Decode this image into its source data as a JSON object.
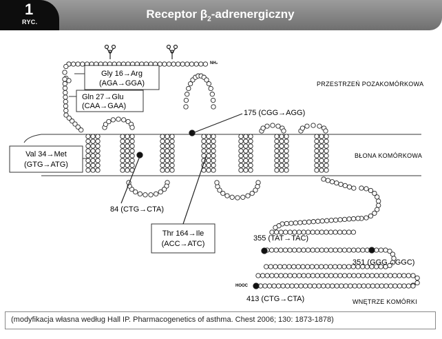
{
  "header": {
    "figure_number": "1",
    "figure_label": "RYC.",
    "title_main": "Receptor β",
    "title_sub": "2",
    "title_rest": "-adrenergiczny"
  },
  "regions": {
    "extracellular": "PRZESTRZEŃ POZAKOMÓRKOWA",
    "membrane": "BŁONA KOMÓRKOWA",
    "intracellular": "WNĘTRZE KOMÓRKI"
  },
  "terminals": {
    "n_term": "NH₂",
    "c_term": "HOOC"
  },
  "mutations": [
    {
      "line1": "Gly 16→Arg",
      "line2": "(AGA→GGA)"
    },
    {
      "line1": "Gln 27→Glu",
      "line2": "(CAA→GAA)"
    },
    {
      "line1": "Val 34→Met",
      "line2": "(GTG→ATG)"
    },
    {
      "line1": "84 (CTG→CTA)"
    },
    {
      "line1": "Thr 164→Ile",
      "line2": "(ACC→ATC)"
    },
    {
      "line1": "175 (CGG→AGG)"
    },
    {
      "line1": "355 (TAT→TAC)"
    },
    {
      "line1": "351 (GGG→GGC)"
    },
    {
      "line1": "413 (CTG→CTA)"
    }
  ],
  "caption": "(modyfikacja własna według Hall IP. Pharmacogenetics of asthma. Chest 2006; 130: 1873-1878)"
}
